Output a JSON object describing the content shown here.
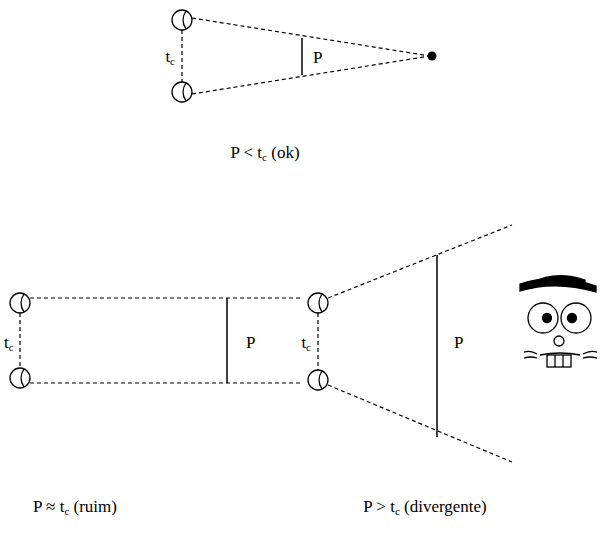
{
  "diagram": {
    "labels": [
      "tc",
      "P",
      "P < tc (ok)",
      "tc",
      "P",
      "P ≈ tc (ruim)",
      "tc",
      "P",
      "P > tc (divergente)"
    ]
  }
}
